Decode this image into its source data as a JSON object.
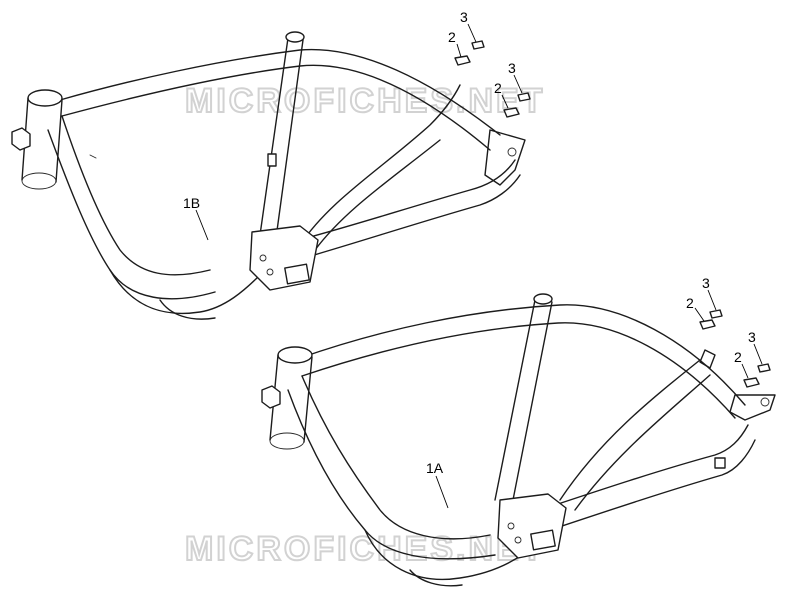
{
  "watermark": {
    "top": "MICROFICHES.NET",
    "bottom": "MICROFICHES.NET"
  },
  "frame_upper": {
    "label_frame": "1B",
    "screws": [
      {
        "washer_label": "2",
        "bolt_label": "3"
      },
      {
        "washer_label": "2",
        "bolt_label": "3"
      }
    ]
  },
  "frame_lower": {
    "label_frame": "1A",
    "screws": [
      {
        "washer_label": "2",
        "bolt_label": "3"
      },
      {
        "washer_label": "2",
        "bolt_label": "3"
      }
    ]
  }
}
